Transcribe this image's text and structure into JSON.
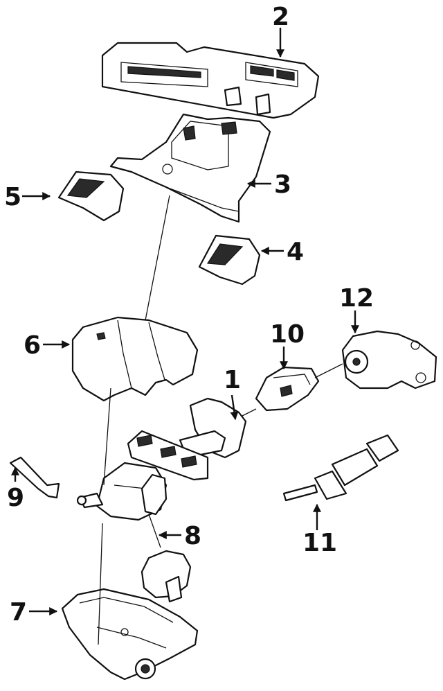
{
  "callouts": [
    {
      "id": "1",
      "label": "1"
    },
    {
      "id": "2",
      "label": "2"
    },
    {
      "id": "3",
      "label": "3"
    },
    {
      "id": "4",
      "label": "4"
    },
    {
      "id": "5",
      "label": "5"
    },
    {
      "id": "6",
      "label": "6"
    },
    {
      "id": "7",
      "label": "7"
    },
    {
      "id": "8",
      "label": "8"
    },
    {
      "id": "9",
      "label": "9"
    },
    {
      "id": "10",
      "label": "10"
    },
    {
      "id": "11",
      "label": "11"
    },
    {
      "id": "12",
      "label": "12"
    }
  ],
  "colors": {
    "ink": "#111111",
    "paper": "#ffffff"
  }
}
